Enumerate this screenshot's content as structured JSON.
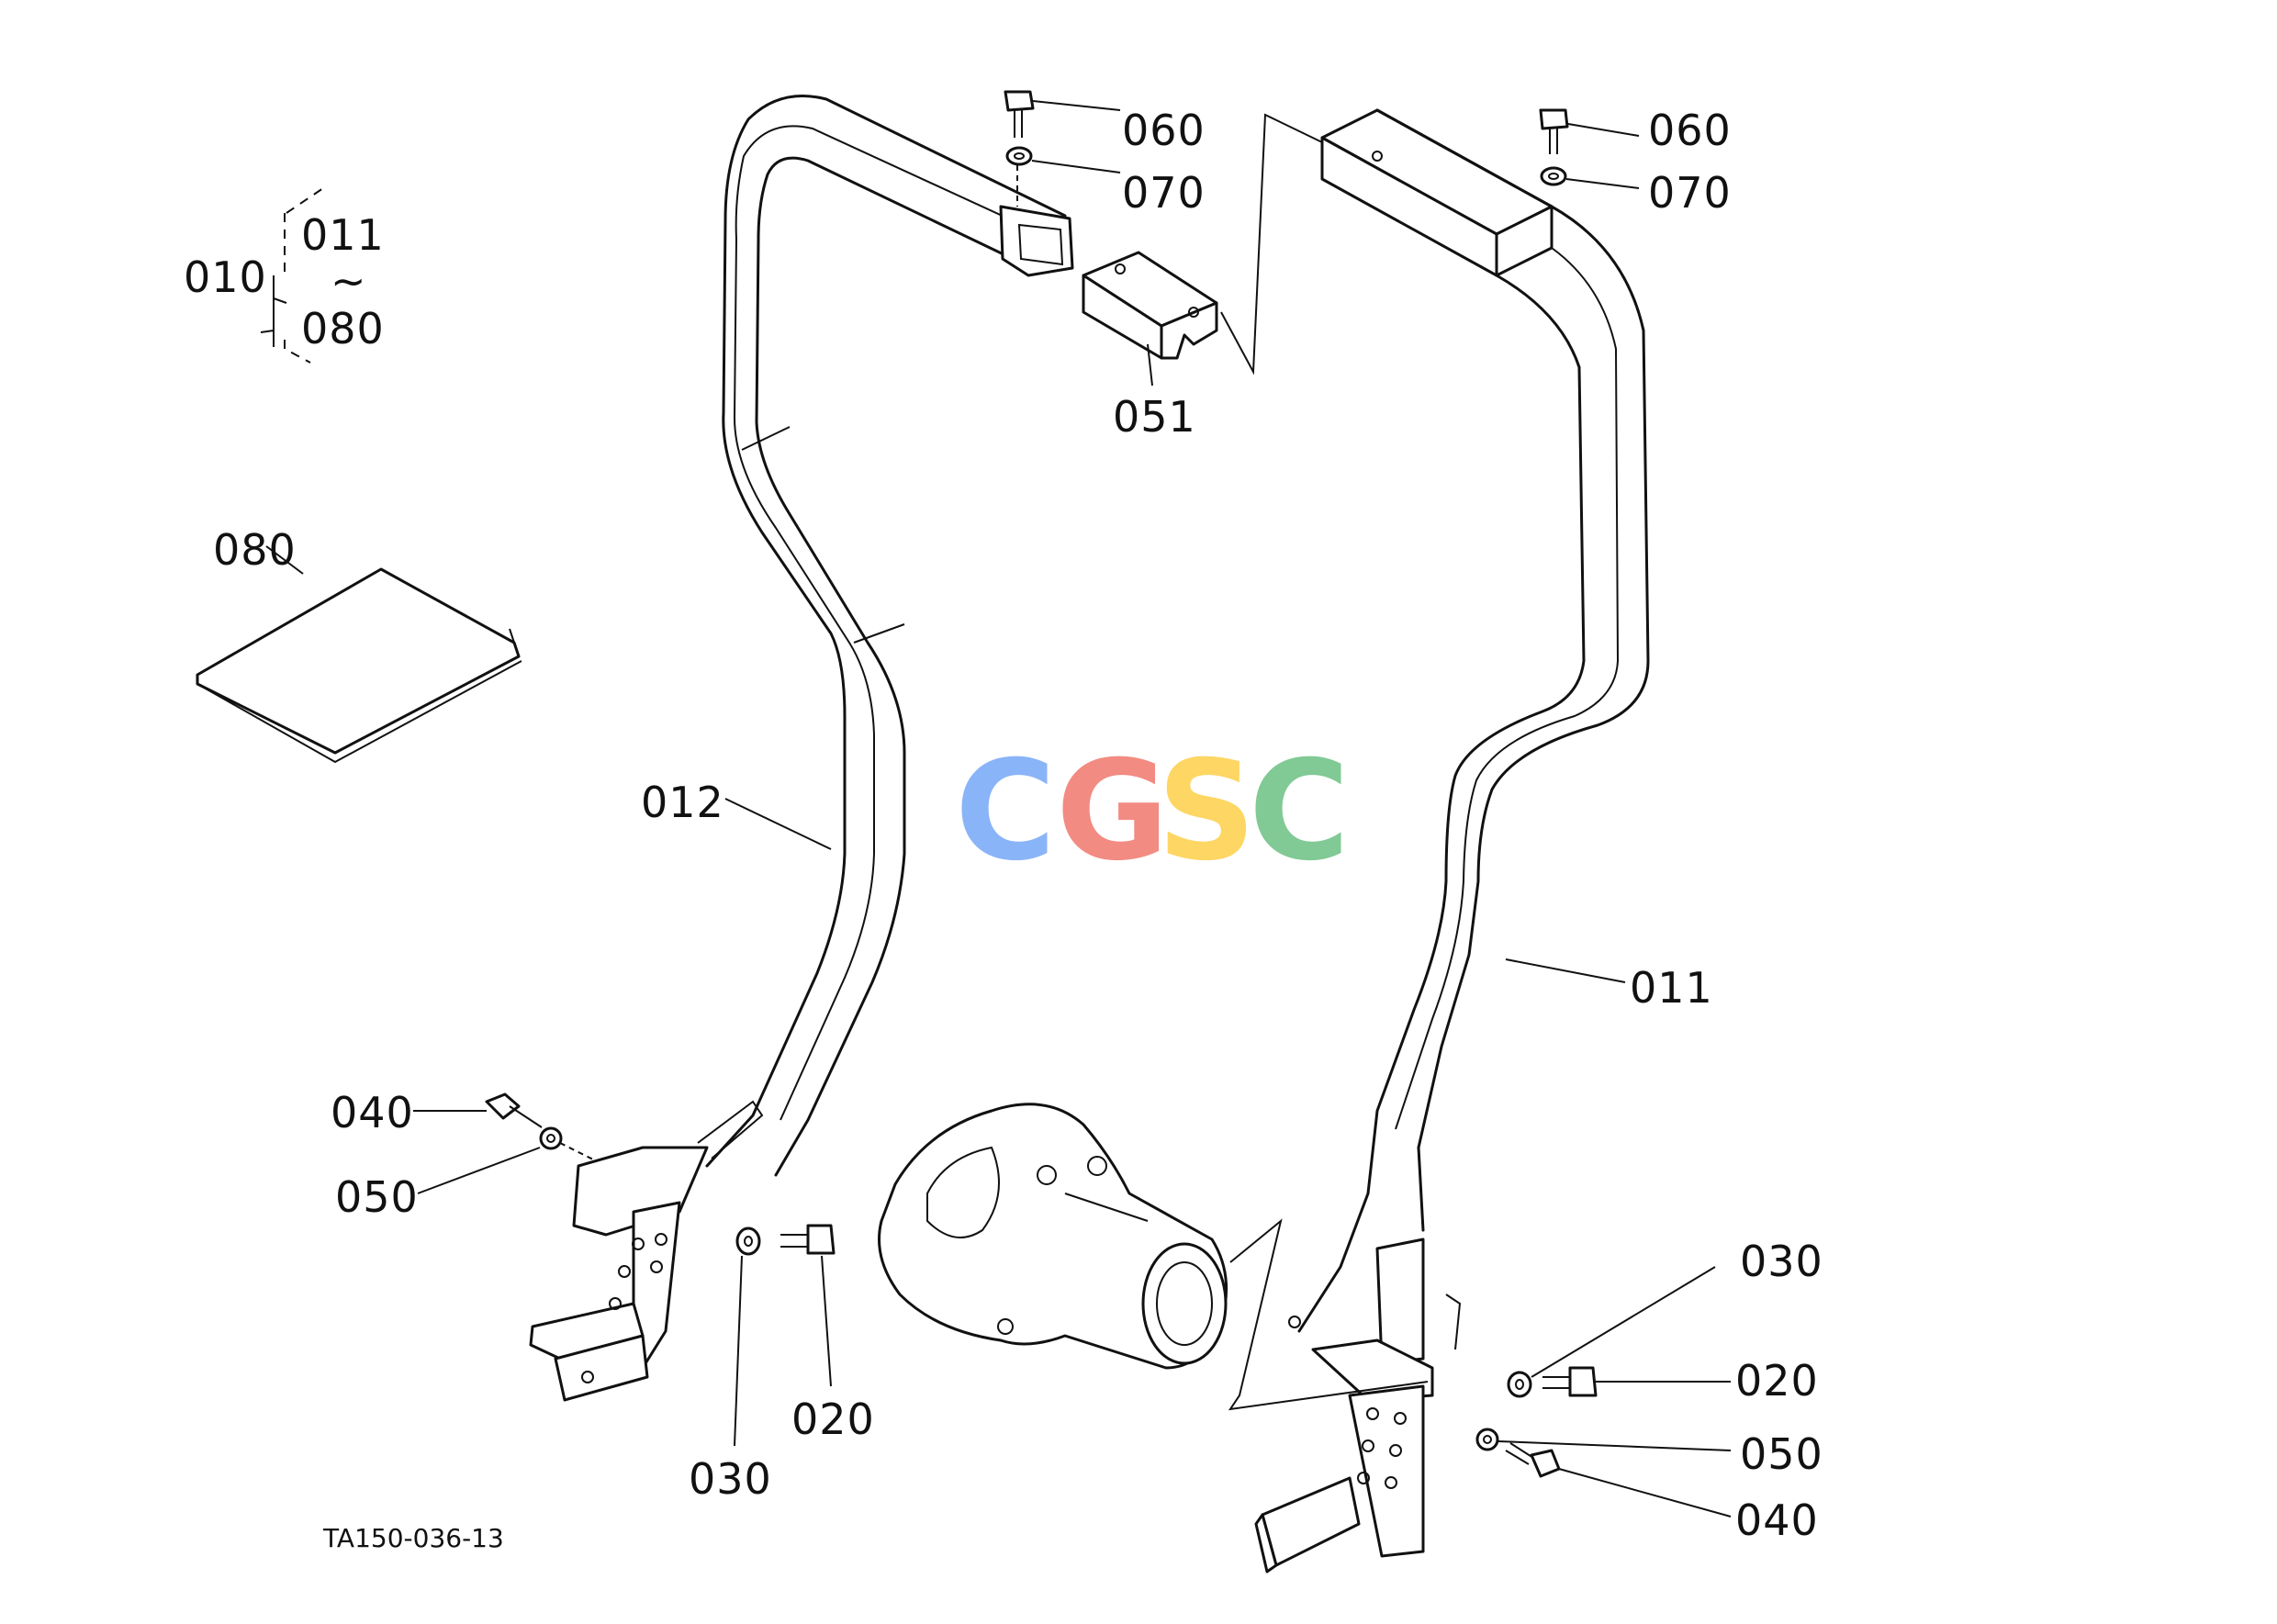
{
  "diagram": {
    "drawing_code": "TA150-036-13",
    "watermark": {
      "letters": [
        "C",
        "G",
        "S",
        "C"
      ],
      "colors": [
        "#8ab4f8",
        "#f28b82",
        "#fdd663",
        "#81c995"
      ]
    },
    "assembly": {
      "main": "010",
      "range_start": "011",
      "range_tilde": "~",
      "range_end": "080"
    },
    "callouts": [
      {
        "id": "060-left",
        "text": "060"
      },
      {
        "id": "070-left",
        "text": "070"
      },
      {
        "id": "051",
        "text": "051"
      },
      {
        "id": "060-right",
        "text": "060"
      },
      {
        "id": "070-right",
        "text": "070"
      },
      {
        "id": "080",
        "text": "080"
      },
      {
        "id": "012",
        "text": "012"
      },
      {
        "id": "011",
        "text": "011"
      },
      {
        "id": "040-left",
        "text": "040"
      },
      {
        "id": "050-left",
        "text": "050"
      },
      {
        "id": "030-left",
        "text": "030"
      },
      {
        "id": "020-left",
        "text": "020"
      },
      {
        "id": "030-right",
        "text": "030"
      },
      {
        "id": "020-right",
        "text": "020"
      },
      {
        "id": "050-right",
        "text": "050"
      },
      {
        "id": "040-right",
        "text": "040"
      }
    ]
  }
}
